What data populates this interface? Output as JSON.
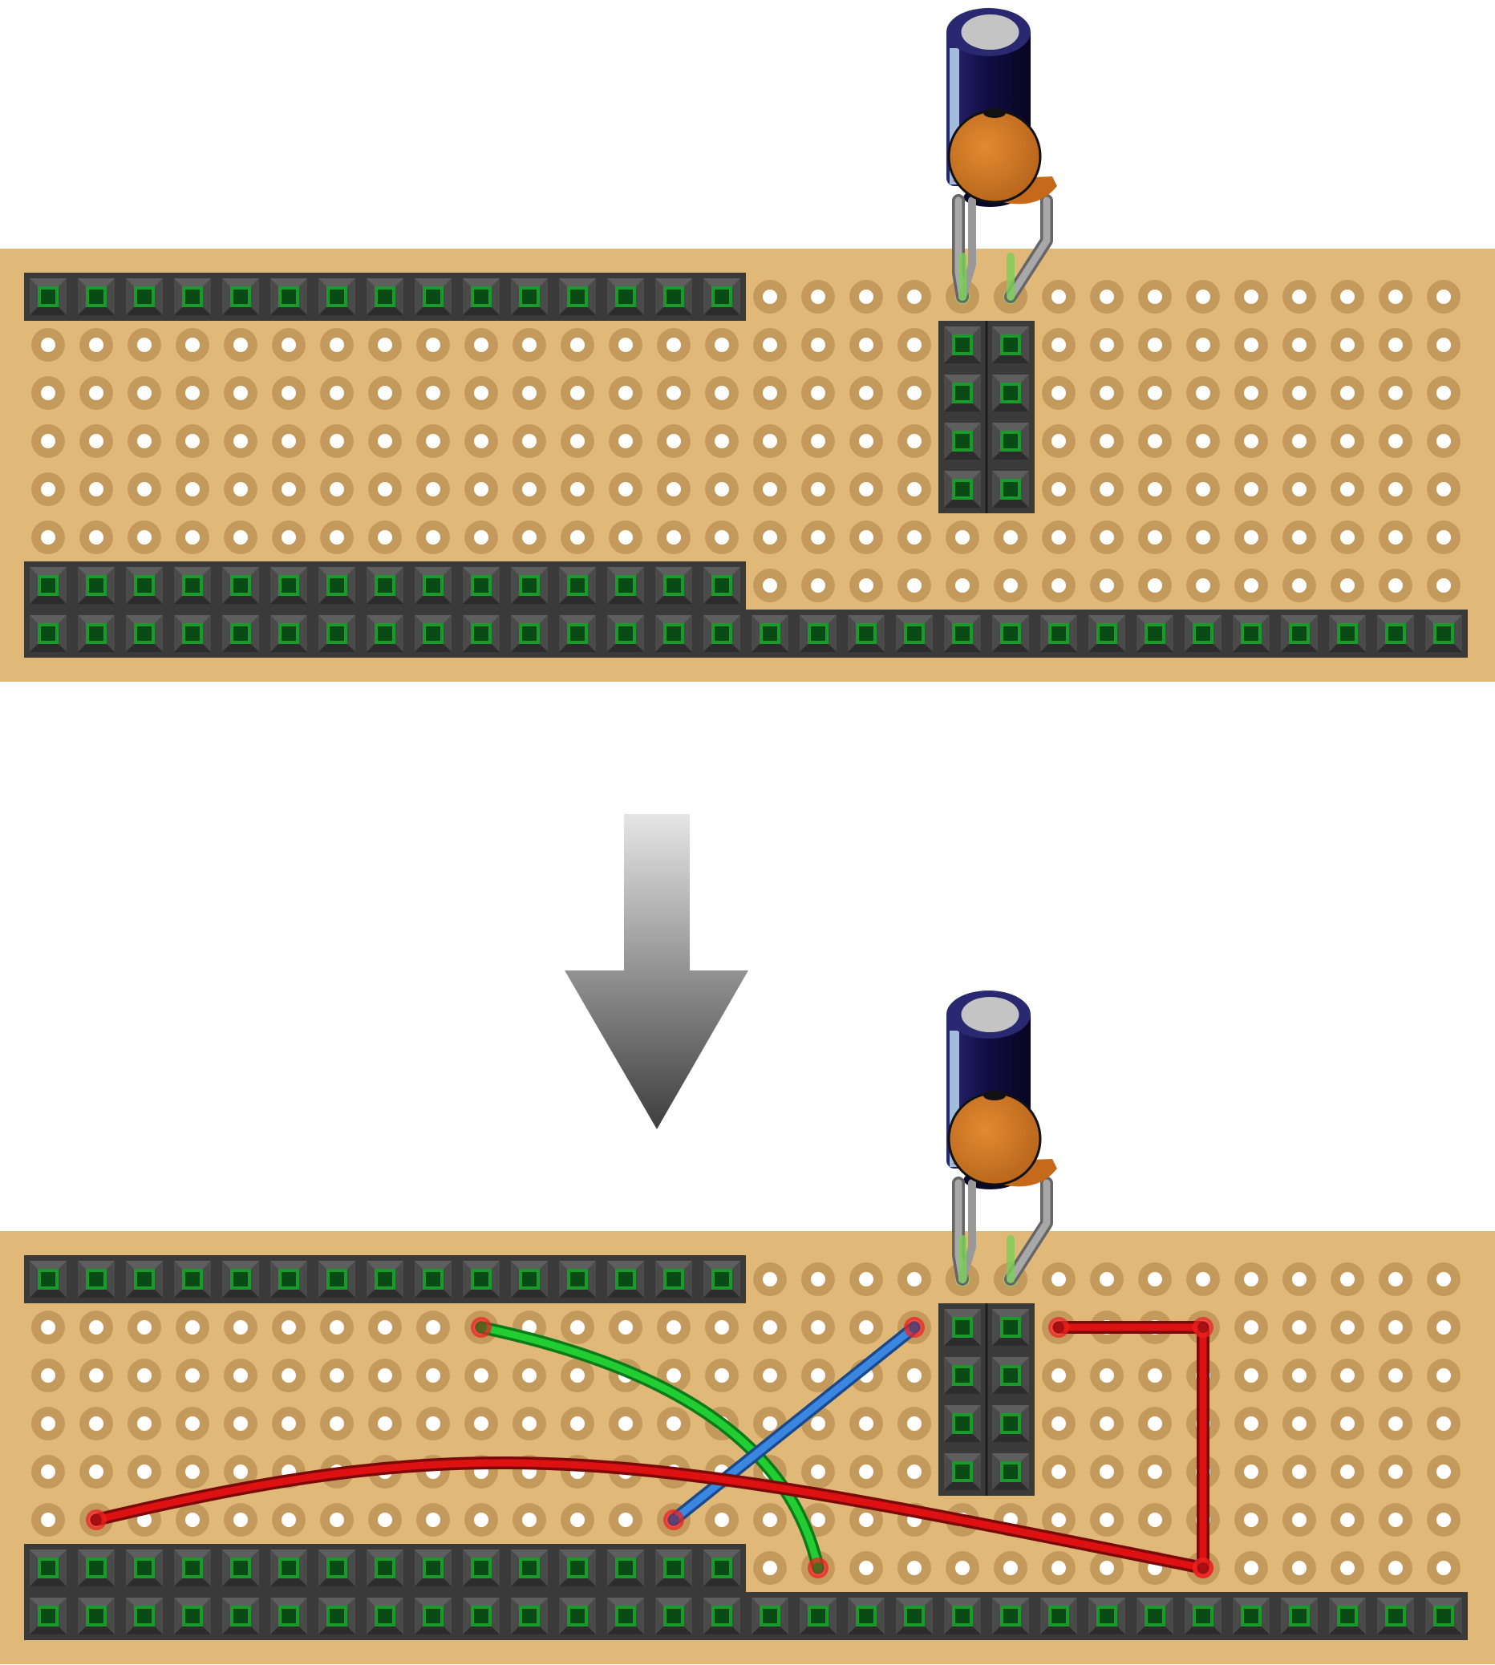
{
  "title": "",
  "diagram": {
    "boards": [
      {
        "name": "before",
        "columns": 30,
        "rows": 8,
        "header_strips": [
          {
            "row": 0,
            "from_col": 0,
            "to_col": 14
          },
          {
            "row": 6,
            "from_col": 0,
            "to_col": 14
          },
          {
            "row": 7,
            "from_col": 0,
            "to_col": 29
          }
        ],
        "socket_blocks": [
          {
            "cols": [
              19,
              20
            ],
            "rows": [
              1,
              4
            ]
          }
        ],
        "capacitor_leads": [
          {
            "col": 19,
            "row": 0
          },
          {
            "col": 20,
            "row": 0
          }
        ],
        "wires": []
      },
      {
        "name": "after",
        "columns": 30,
        "rows": 8,
        "header_strips": [
          {
            "row": 0,
            "from_col": 0,
            "to_col": 14
          },
          {
            "row": 6,
            "from_col": 0,
            "to_col": 14
          },
          {
            "row": 7,
            "from_col": 0,
            "to_col": 29
          }
        ],
        "socket_blocks": [
          {
            "cols": [
              19,
              20
            ],
            "rows": [
              1,
              4
            ]
          }
        ],
        "capacitor_leads": [
          {
            "col": 19,
            "row": 0
          },
          {
            "col": 20,
            "row": 0
          }
        ],
        "wires": [
          {
            "name": "green-wire",
            "color": "#22cc33",
            "outline": "#0d7a19",
            "shape": "curve",
            "from": [
              9,
              1
            ],
            "to": [
              16,
              6
            ]
          },
          {
            "name": "blue-wire",
            "color": "#3a86e0",
            "outline": "#1a4a8a",
            "shape": "straight",
            "from": [
              18,
              1
            ],
            "to": [
              13,
              5
            ]
          },
          {
            "name": "red-wire-long",
            "color": "#dd1111",
            "outline": "#7a0a0a",
            "shape": "s-curve",
            "from": [
              1,
              5
            ],
            "to": [
              24,
              6
            ]
          },
          {
            "name": "red-wire-bracket",
            "color": "#dd1111",
            "outline": "#7a0a0a",
            "shape": "polyline",
            "points": [
              [
                21,
                1
              ],
              [
                24,
                1
              ],
              [
                24,
                6
              ]
            ]
          }
        ]
      }
    ],
    "arrow": {
      "direction": "down"
    },
    "colors": {
      "board": "#e0b878",
      "pad_ring": "#c39a5c",
      "hole": "#ffffff",
      "header": "#3a3a3a",
      "pin": "#0a4a14",
      "capacitor_body": "#14104a",
      "capacitor_top": "#c4c4c4",
      "ceramic_cap": "#cf7a24",
      "lead": "#999999"
    }
  }
}
